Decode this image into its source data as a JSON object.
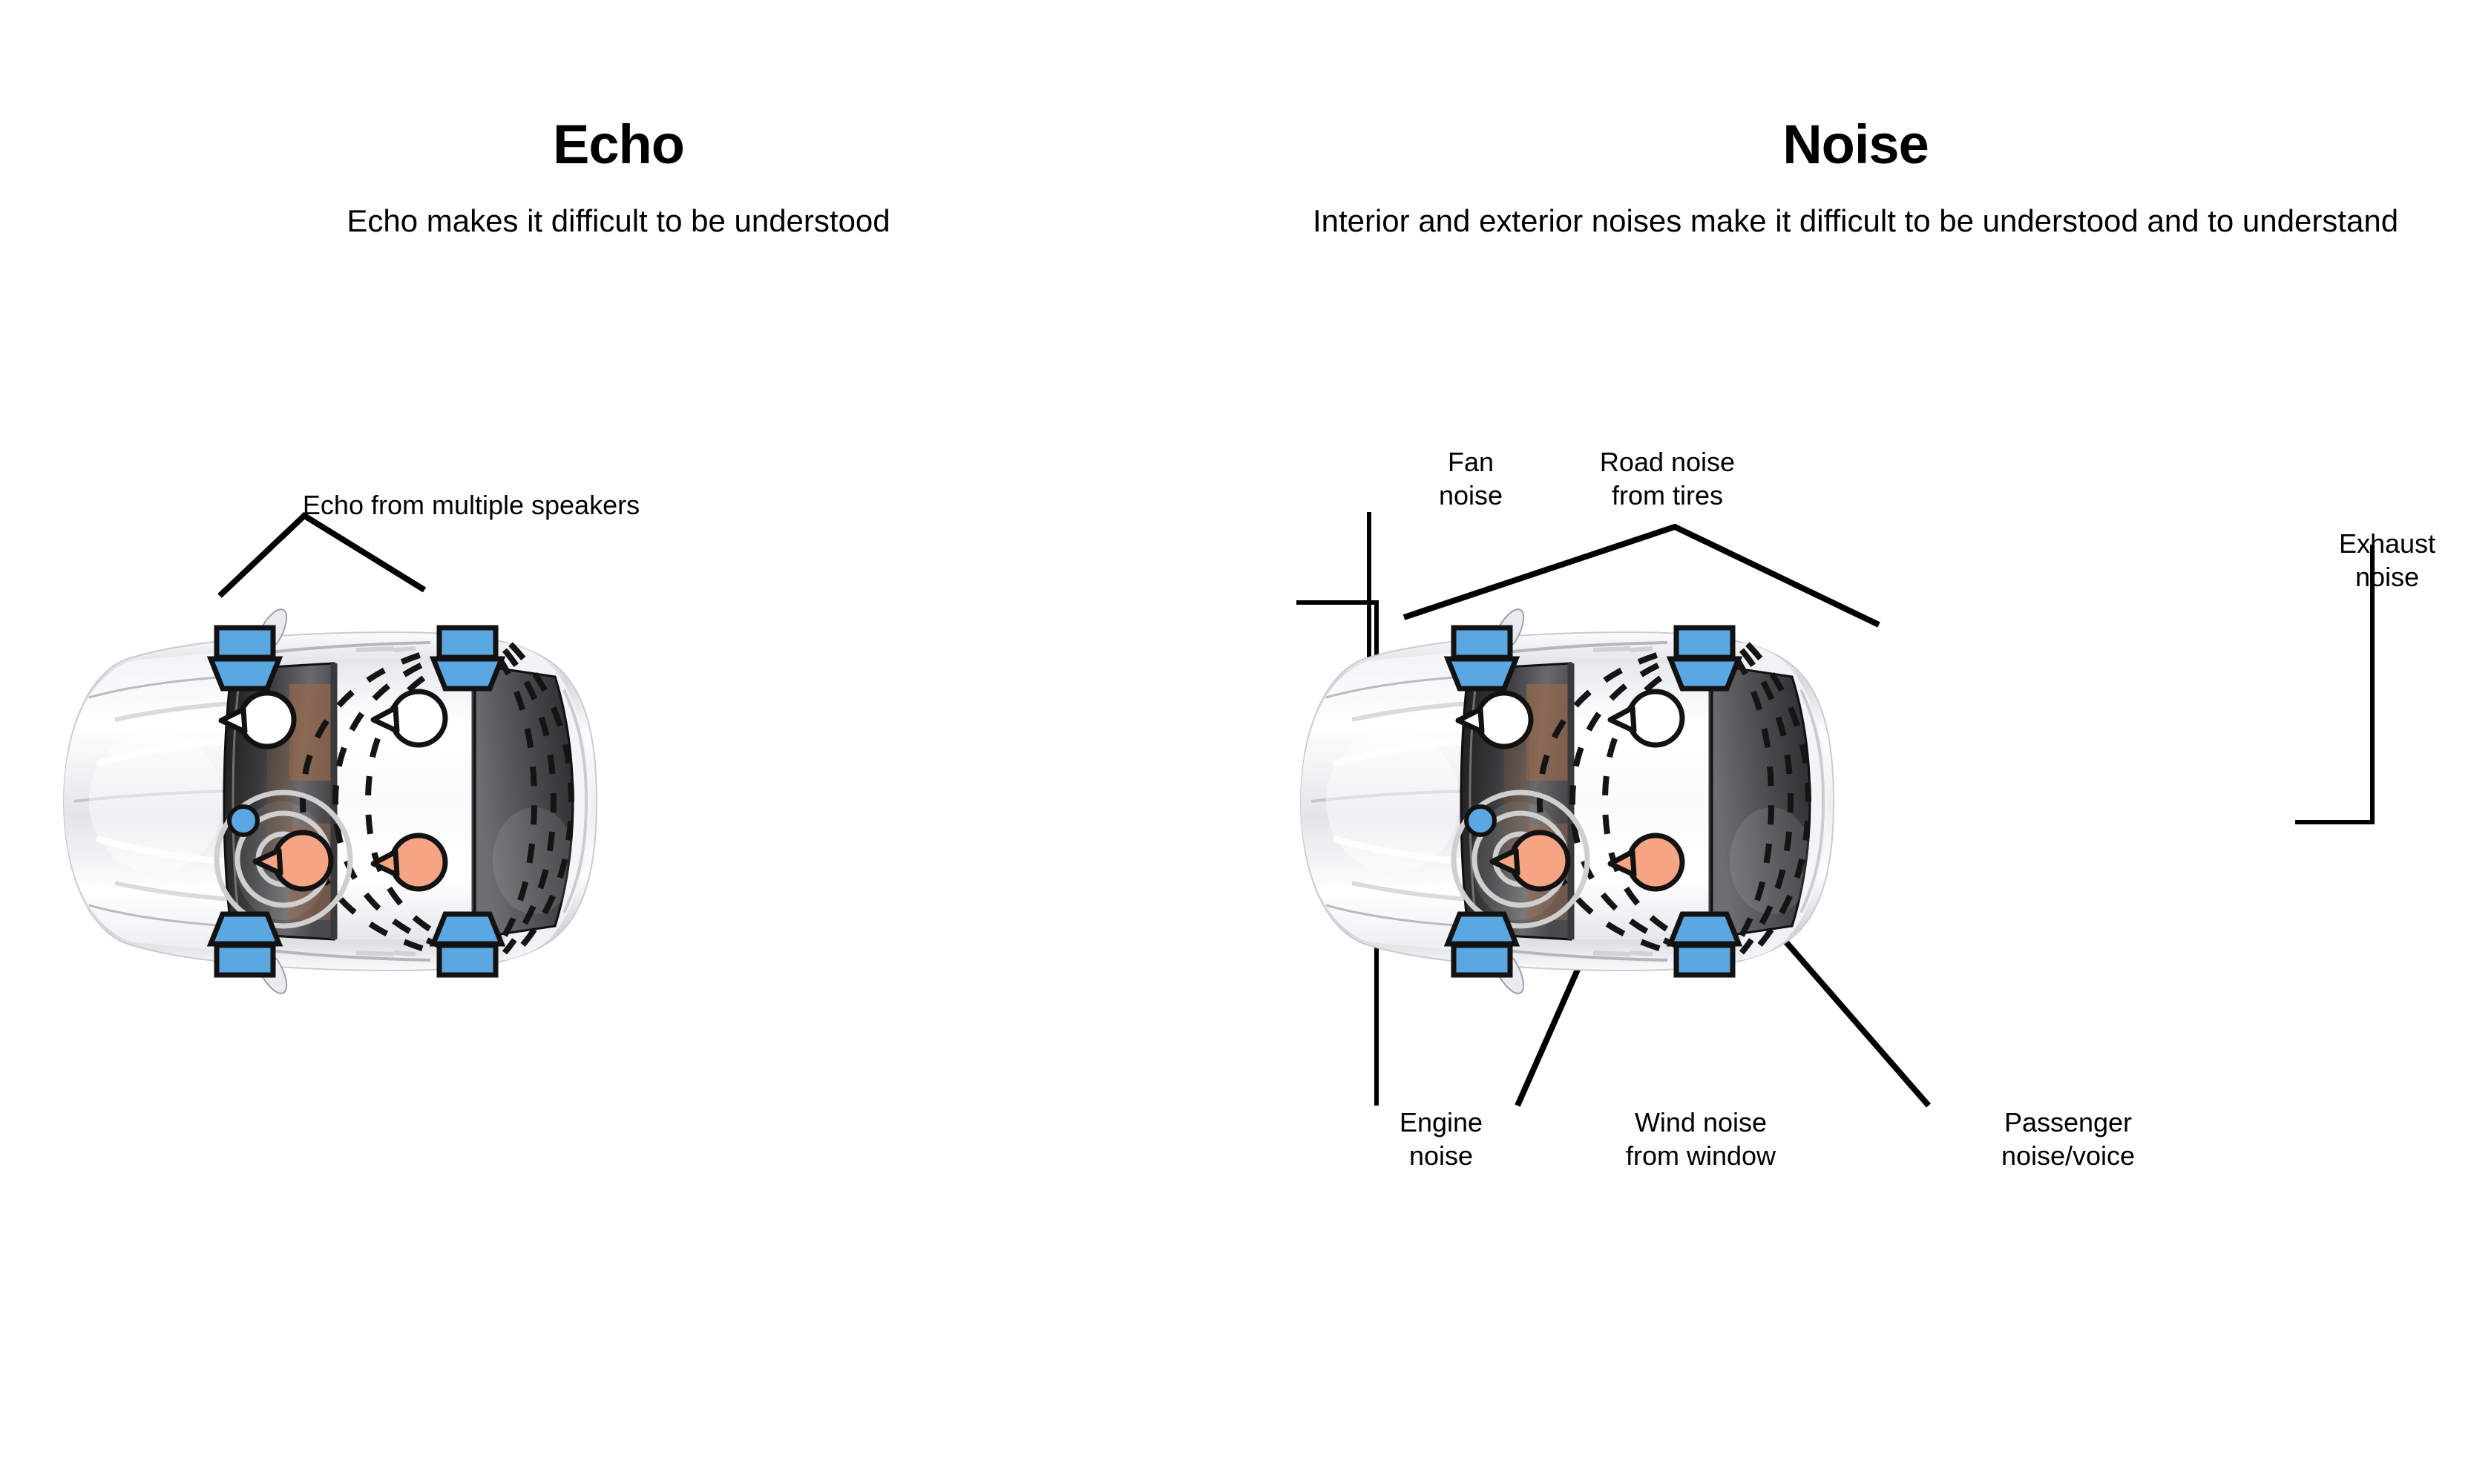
{
  "page": {
    "background": "#ffffff",
    "accent_blue": "#5aa7e2",
    "skin_salmon": "#f5a583",
    "head_white": "#ffffff",
    "line_black": "#121212",
    "ring_gray": "#cfcfcf"
  },
  "panels": [
    {
      "id": "echo",
      "title": "Echo",
      "subtitle": "Echo makes it difficult to be understood",
      "callouts": [
        {
          "name": "echo-from-speakers",
          "text": "Echo from multiple speakers"
        }
      ]
    },
    {
      "id": "noise",
      "title": "Noise",
      "subtitle": "Interior and exterior noises make it difficult\nto be understood and to understand",
      "callouts": [
        {
          "name": "fan-noise",
          "text": "Fan\nnoise"
        },
        {
          "name": "road-noise",
          "text": "Road noise\nfrom tires"
        },
        {
          "name": "exhaust-noise",
          "text": "Exhaust\nnoise"
        },
        {
          "name": "engine-noise",
          "text": "Engine\nnoise"
        },
        {
          "name": "wind-noise",
          "text": "Wind noise\nfrom window"
        },
        {
          "name": "passenger-noise",
          "text": "Passenger\nnoise/voice"
        }
      ]
    }
  ],
  "car_diagram": {
    "view": "top-down",
    "speakers": 4,
    "speaker_positions": [
      "front-left",
      "front-right",
      "rear-left",
      "rear-right"
    ],
    "occupants": [
      {
        "seat": "front-left",
        "head_color": "salmon",
        "speaking": true
      },
      {
        "seat": "front-right",
        "head_color": "white",
        "speaking": false
      },
      {
        "seat": "rear-left",
        "head_color": "salmon",
        "speaking": false
      },
      {
        "seat": "rear-right",
        "head_color": "white",
        "speaking": false
      }
    ],
    "microphone": {
      "position": "front-left-pillar",
      "color": "blue"
    },
    "voice_rings": 3,
    "echo_waves": "dashed arcs radiating from rear speakers"
  }
}
